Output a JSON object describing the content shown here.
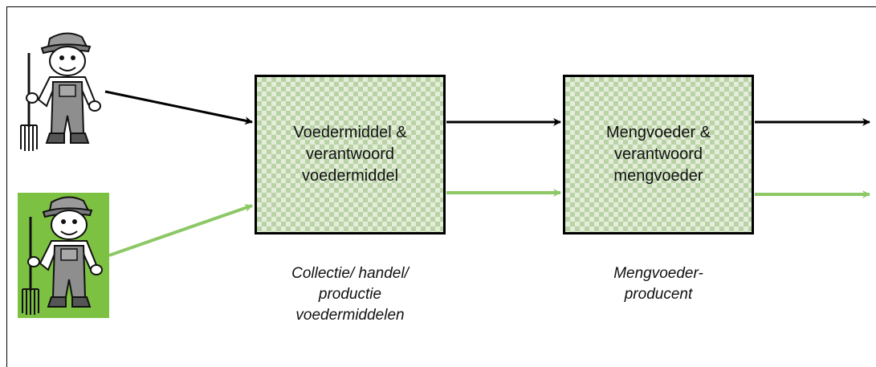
{
  "nodes": {
    "feed_material": {
      "label": "Voedermiddel &\nverantwoord\nvoedermiddel"
    },
    "compound_feed": {
      "label": "Mengvoeder &\nverantwoord\nmengvoeder"
    }
  },
  "captions": {
    "collection": "Collectie/ handel/\nproductie\nvoedermiddelen",
    "producer": "Mengvoeder-\nproducent"
  },
  "colors": {
    "conventional_flow": "#000000",
    "responsible_flow": "#8cc866",
    "responsible_farmer_bg": "#7dc142",
    "node_pattern_light": "#e3edd9",
    "node_pattern_dark": "#b9d3a6"
  },
  "icons": {
    "conventional_farmer": "farmer-with-pitchfork-icon",
    "responsible_farmer": "farmer-with-pitchfork-icon"
  }
}
